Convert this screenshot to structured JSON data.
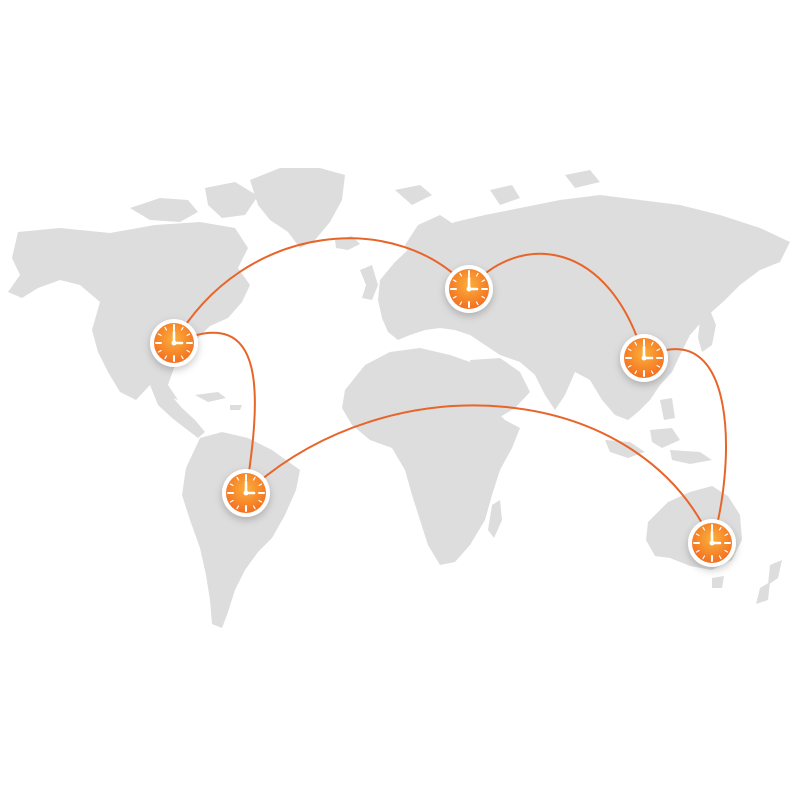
{
  "map": {
    "land_color": "#dddddd",
    "route_color": "#e8652a",
    "clock_face_color": "#f7931e",
    "clock_rim_color": "#ffffff"
  },
  "clocks": [
    {
      "name": "clock-north-america",
      "icon": "clock-icon"
    },
    {
      "name": "clock-europe",
      "icon": "clock-icon"
    },
    {
      "name": "clock-east-asia",
      "icon": "clock-icon"
    },
    {
      "name": "clock-south-america",
      "icon": "clock-icon"
    },
    {
      "name": "clock-australia",
      "icon": "clock-icon"
    }
  ],
  "routes": [
    {
      "from": "clock-north-america",
      "to": "clock-europe"
    },
    {
      "from": "clock-europe",
      "to": "clock-east-asia"
    },
    {
      "from": "clock-north-america",
      "to": "clock-south-america"
    },
    {
      "from": "clock-south-america",
      "to": "clock-australia"
    },
    {
      "from": "clock-east-asia",
      "to": "clock-australia"
    }
  ]
}
